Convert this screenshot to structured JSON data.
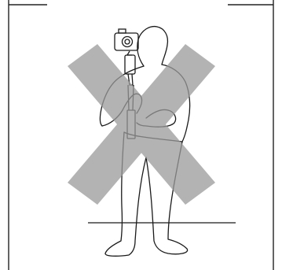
{
  "illustration": {
    "subject": "person-holding-camera-on-monopod",
    "overlay_mark": "x-mark",
    "colors": {
      "background": "#ffffff",
      "frame": "#222222",
      "line_art": "#1a1a1a",
      "x_mark": "#9a9a9a",
      "x_mark_opacity": "0.75"
    }
  }
}
